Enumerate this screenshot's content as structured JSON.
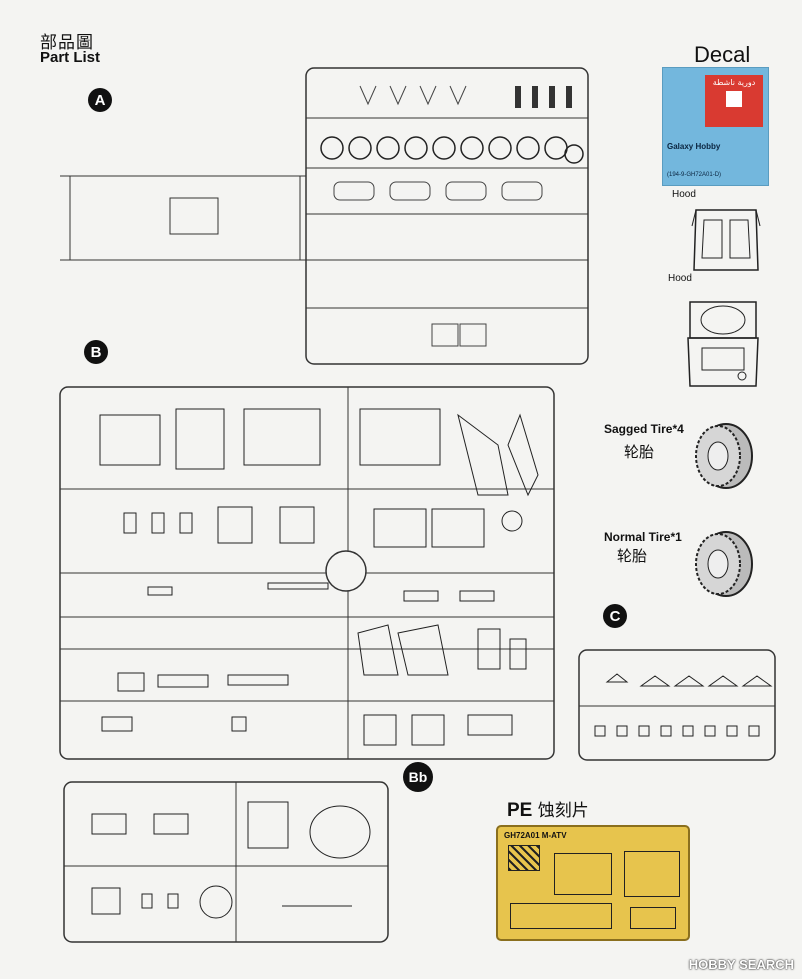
{
  "header": {
    "title_cn": "部品圖",
    "title_en": "Part List"
  },
  "sprues": {
    "a": "A",
    "b": "B",
    "bb": "Bb",
    "c": "C"
  },
  "decal": {
    "title": "Decal",
    "brand": "Galaxy Hobby",
    "code": "(194-9-GH72A01-D)",
    "arabic": "دورية ناشطة",
    "hood_label_1": "Hood",
    "hood_label_2": "Hood"
  },
  "tires": {
    "sagged_en": "Sagged Tire*4",
    "sagged_cn": "轮胎",
    "normal_en": "Normal Tire*1",
    "normal_cn": "轮胎"
  },
  "pe": {
    "title_en": "PE",
    "title_cn": "蚀刻片",
    "fret_label": "GH72A01 M-ATV"
  },
  "watermark": {
    "text": "HOBBY SEARCH"
  }
}
